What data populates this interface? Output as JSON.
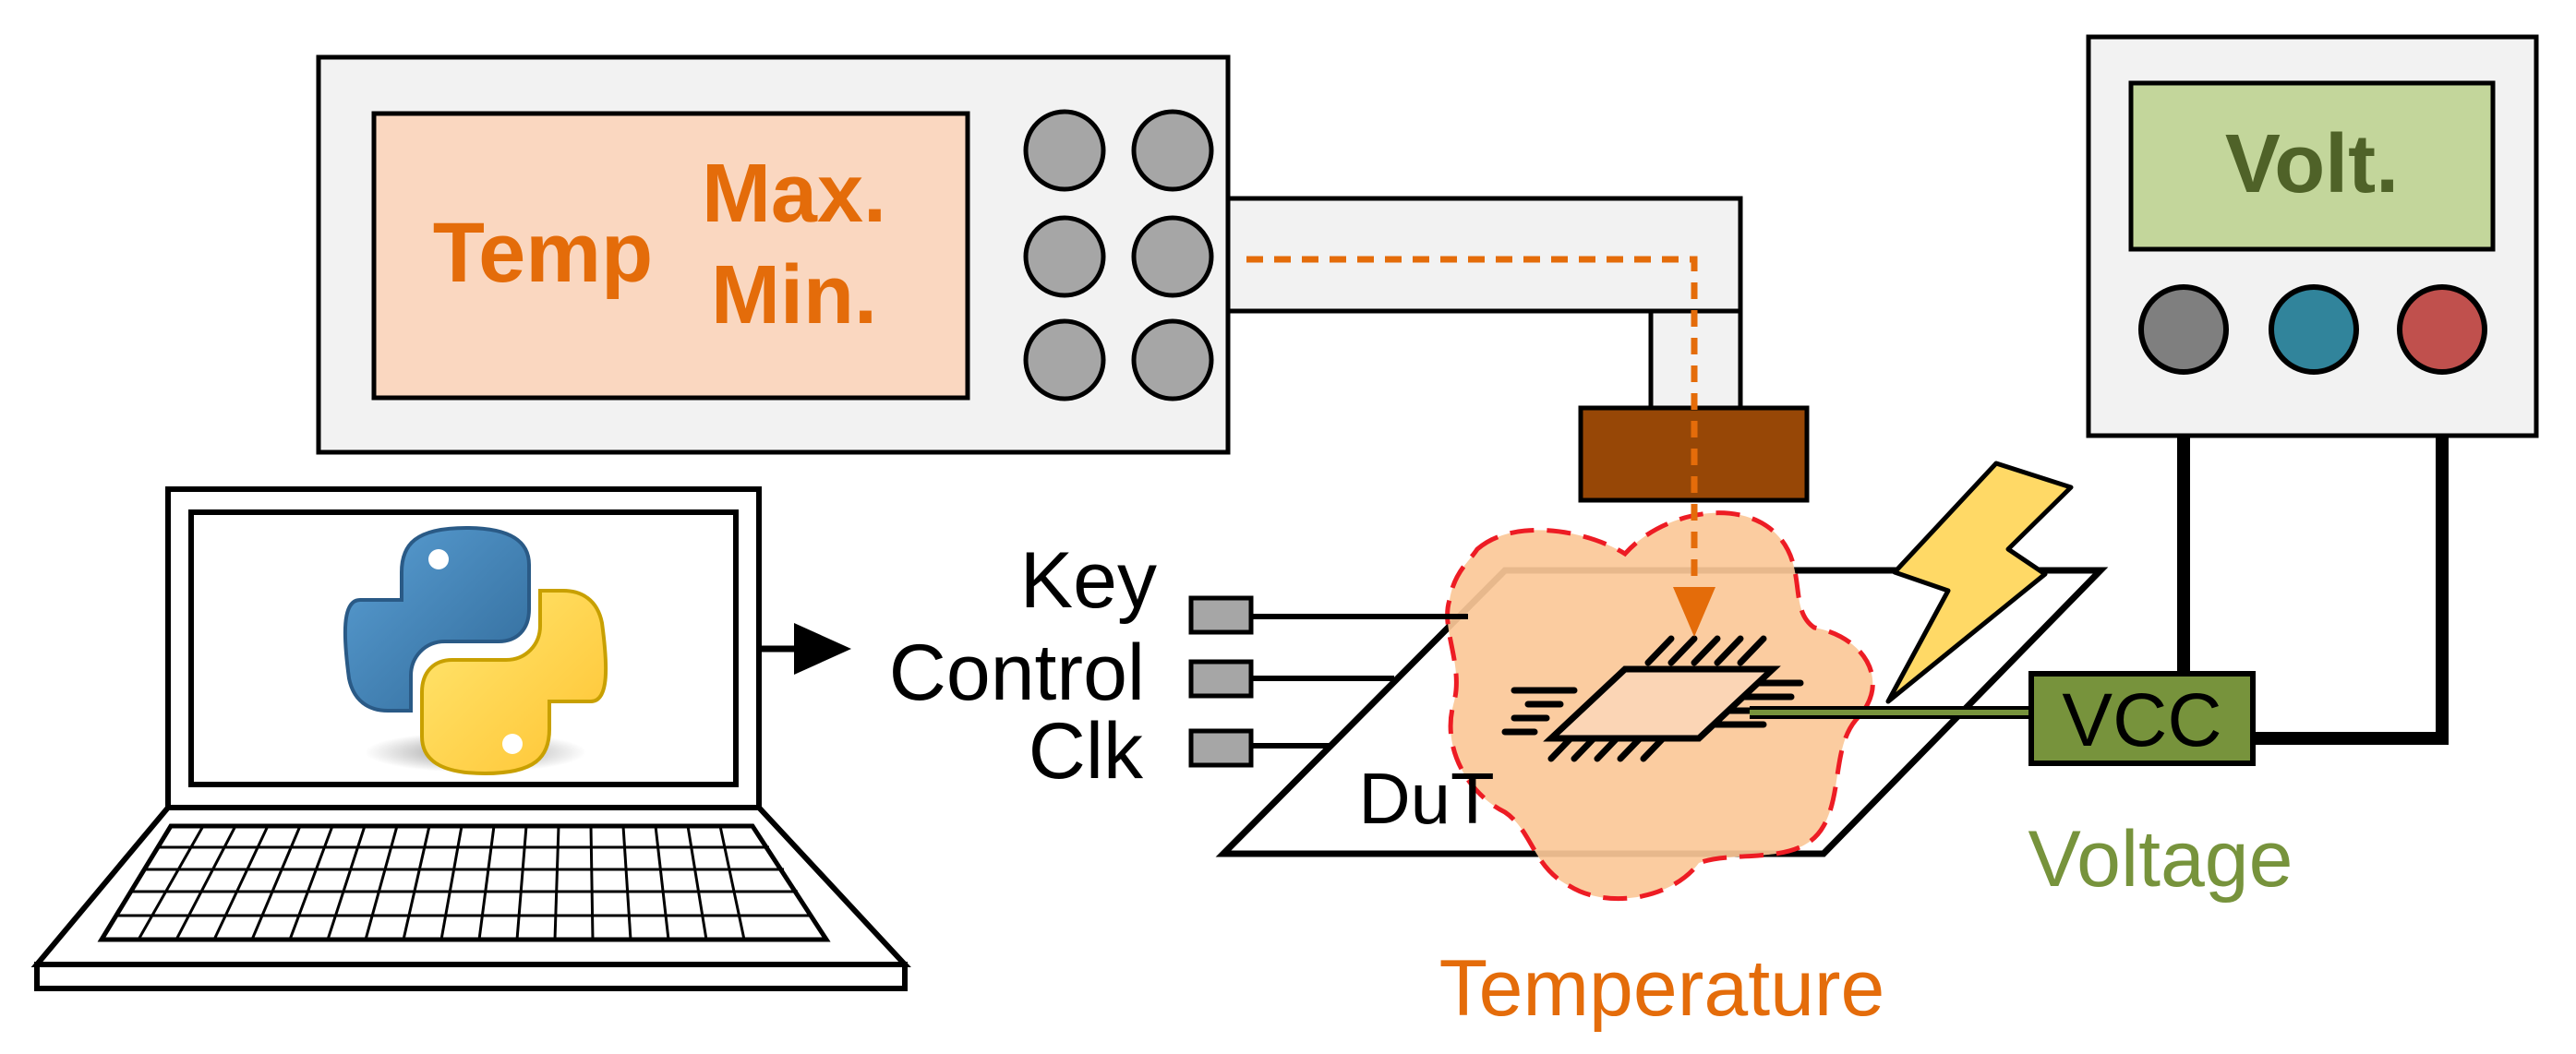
{
  "controller": {
    "display_main": "Temp",
    "display_max": "Max.",
    "display_min": "Min."
  },
  "voltmeter": {
    "display": "Volt."
  },
  "signals": {
    "key": "Key",
    "control": "Control",
    "clk": "Clk"
  },
  "board": {
    "dut_label": "DuT",
    "vcc_label": "VCC"
  },
  "captions": {
    "voltage": "Voltage",
    "temperature": "Temperature"
  },
  "colors": {
    "orange": "#e46c0a",
    "display_fill": "#fad7c0",
    "heat_zone": "#fbc898",
    "heat_border": "#ed1c24",
    "heater": "#974706",
    "volt_display": "#c3d69b",
    "vcc_box": "#77933c",
    "green_text": "#77933c",
    "volt_dark_text": "#4f6228",
    "probe_gray": "#7f7f7f",
    "probe_blue": "#31849b",
    "probe_red": "#c0504d",
    "lightning": "#ffd966",
    "button_gray": "#a6a6a6",
    "panel_gray": "#f2f2f2"
  },
  "icons": {
    "logo": "python-logo",
    "arrow": "arrow-right-icon",
    "lightning": "lightning-icon"
  }
}
